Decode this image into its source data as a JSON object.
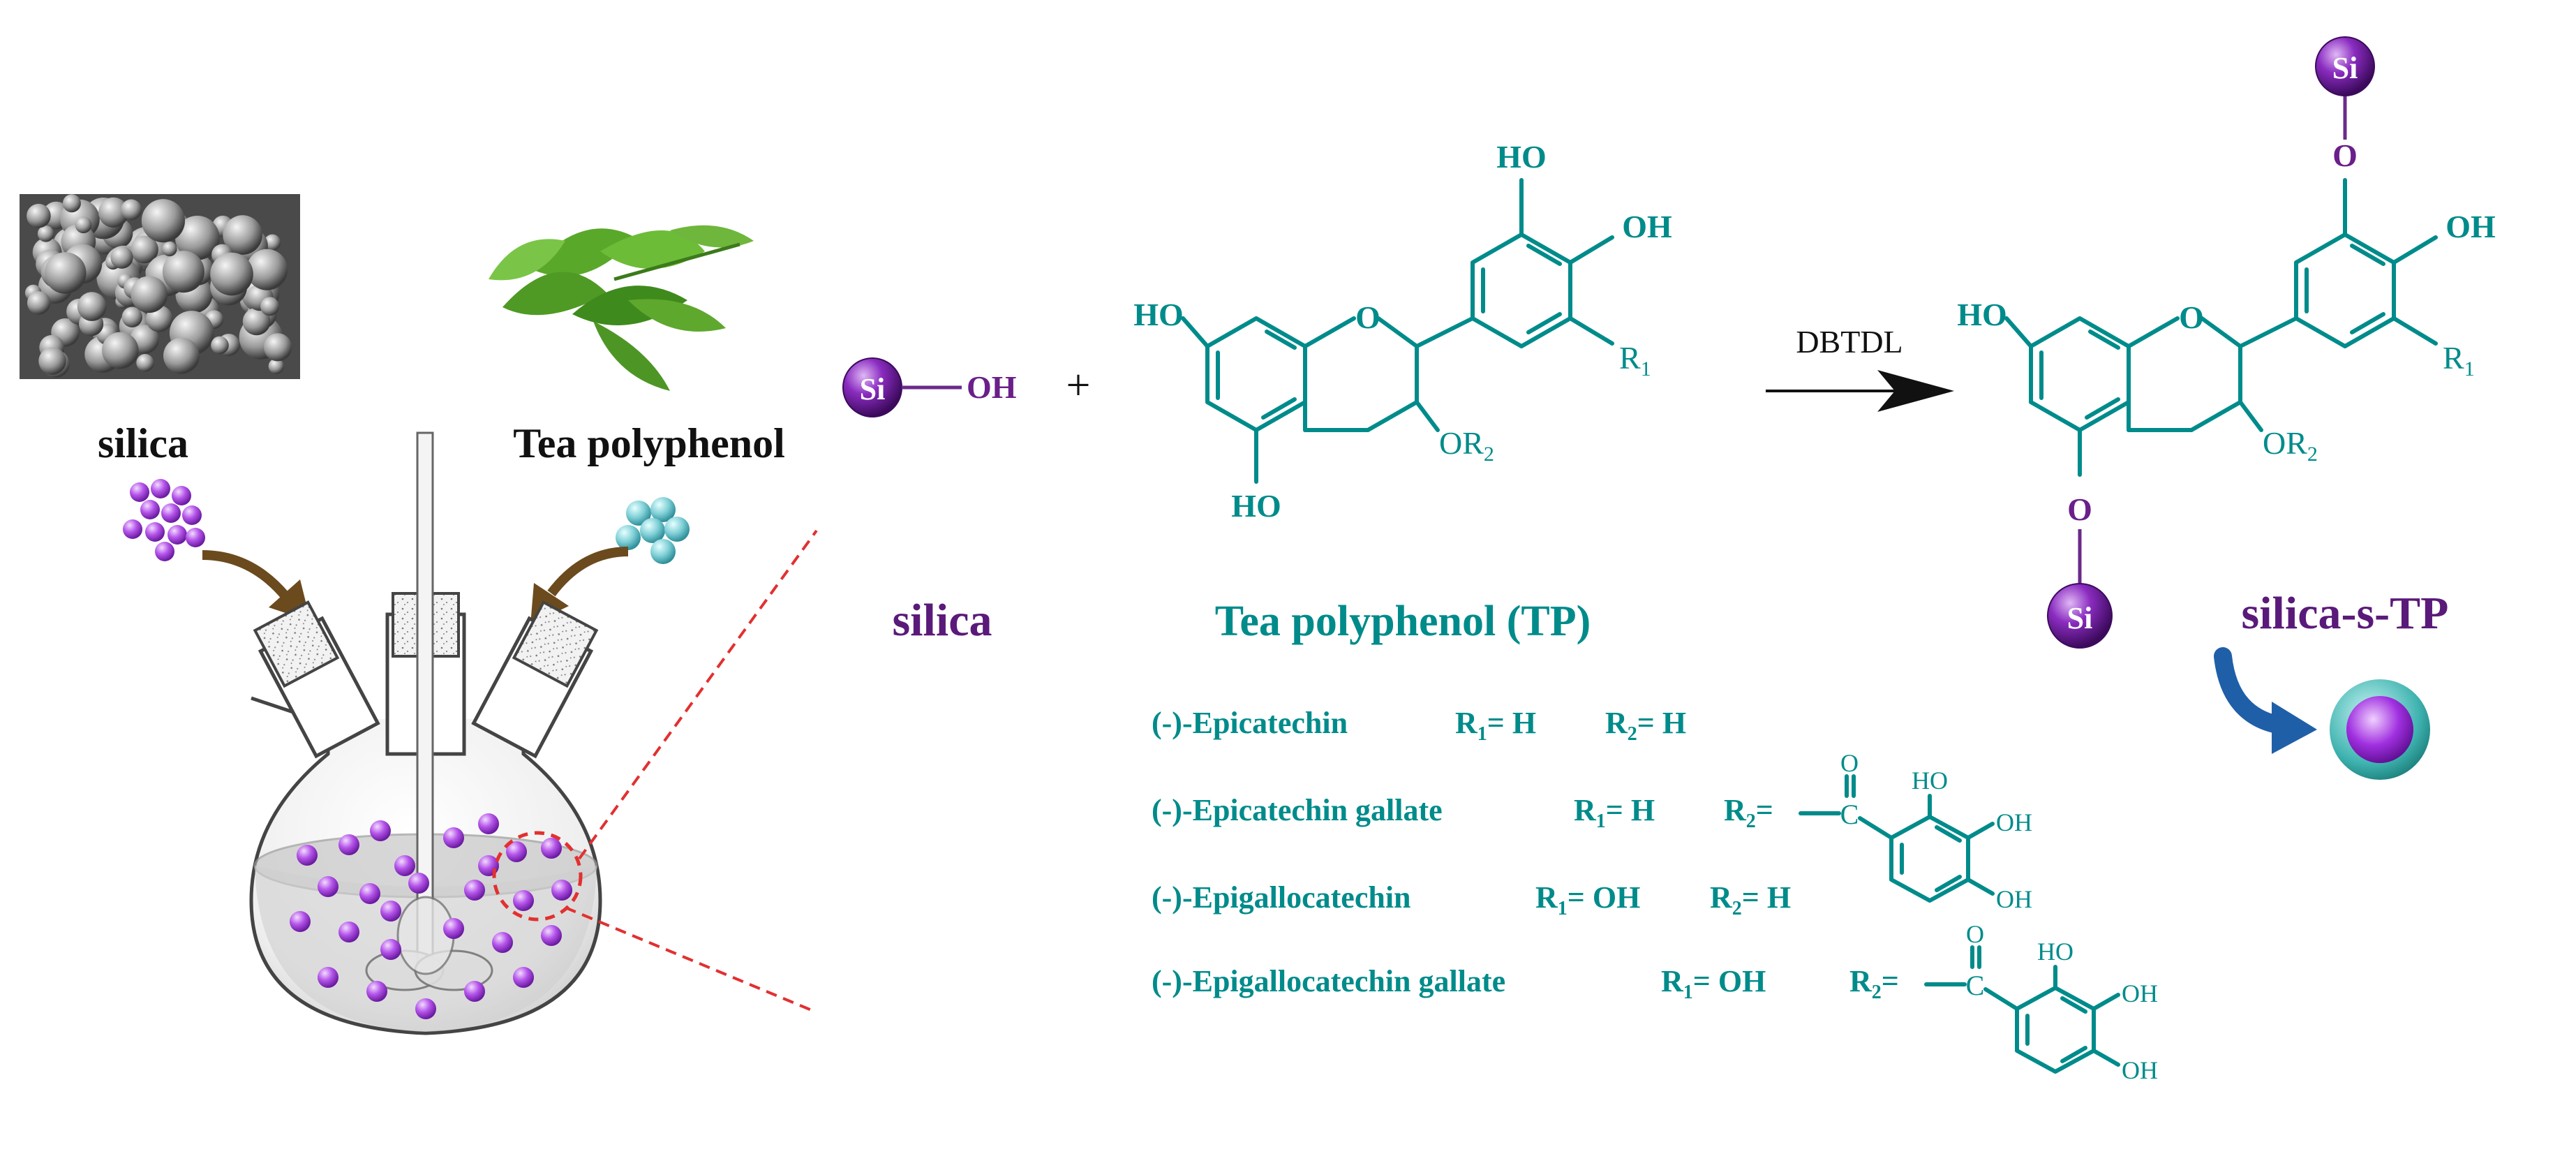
{
  "left": {
    "silica_label": "silica",
    "tea_label": "Tea polyphenol"
  },
  "reaction": {
    "si_label": "Si",
    "oh_label": "OH",
    "plus": "+",
    "silica_caption": "silica",
    "tp_caption": "Tea polyphenol (TP)",
    "catalyst": "DBTDL",
    "product_caption": "silica-s-TP"
  },
  "structure": {
    "ho": "HO",
    "oh": "OH",
    "o": "O",
    "r1": "R",
    "r1_sub": "1",
    "or2": "OR",
    "or2_sub": "2"
  },
  "variants": [
    {
      "name": "(-)-Epicatechin",
      "r1": "R",
      "r1_sub": "1",
      "r1_val": "= H",
      "r2": "R",
      "r2_sub": "2",
      "r2_val": "= H"
    },
    {
      "name": "(-)-Epicatechin gallate",
      "r1": "R",
      "r1_sub": "1",
      "r1_val": "= H",
      "r2": "R",
      "r2_sub": "2",
      "r2_val": "="
    },
    {
      "name": "(-)-Epigallocatechin",
      "r1": "R",
      "r1_sub": "1",
      "r1_val": "= OH",
      "r2": "R",
      "r2_sub": "2",
      "r2_val": "= H"
    },
    {
      "name": "(-)-Epigallocatechin gallate",
      "r1": "R",
      "r1_sub": "1",
      "r1_val": "= OH",
      "r2": "R",
      "r2_sub": "2",
      "r2_val": "="
    }
  ],
  "gallate": {
    "o": "O",
    "c": "C",
    "ho": "HO",
    "oh": "OH"
  },
  "colors": {
    "teal": "#008b8b",
    "purple": "#6a1f8a",
    "sphere": "#9b30d9",
    "arrow_blue": "#1f5fa8",
    "dashed": "#e23030",
    "brown_arrow": "#6b4a1e"
  }
}
